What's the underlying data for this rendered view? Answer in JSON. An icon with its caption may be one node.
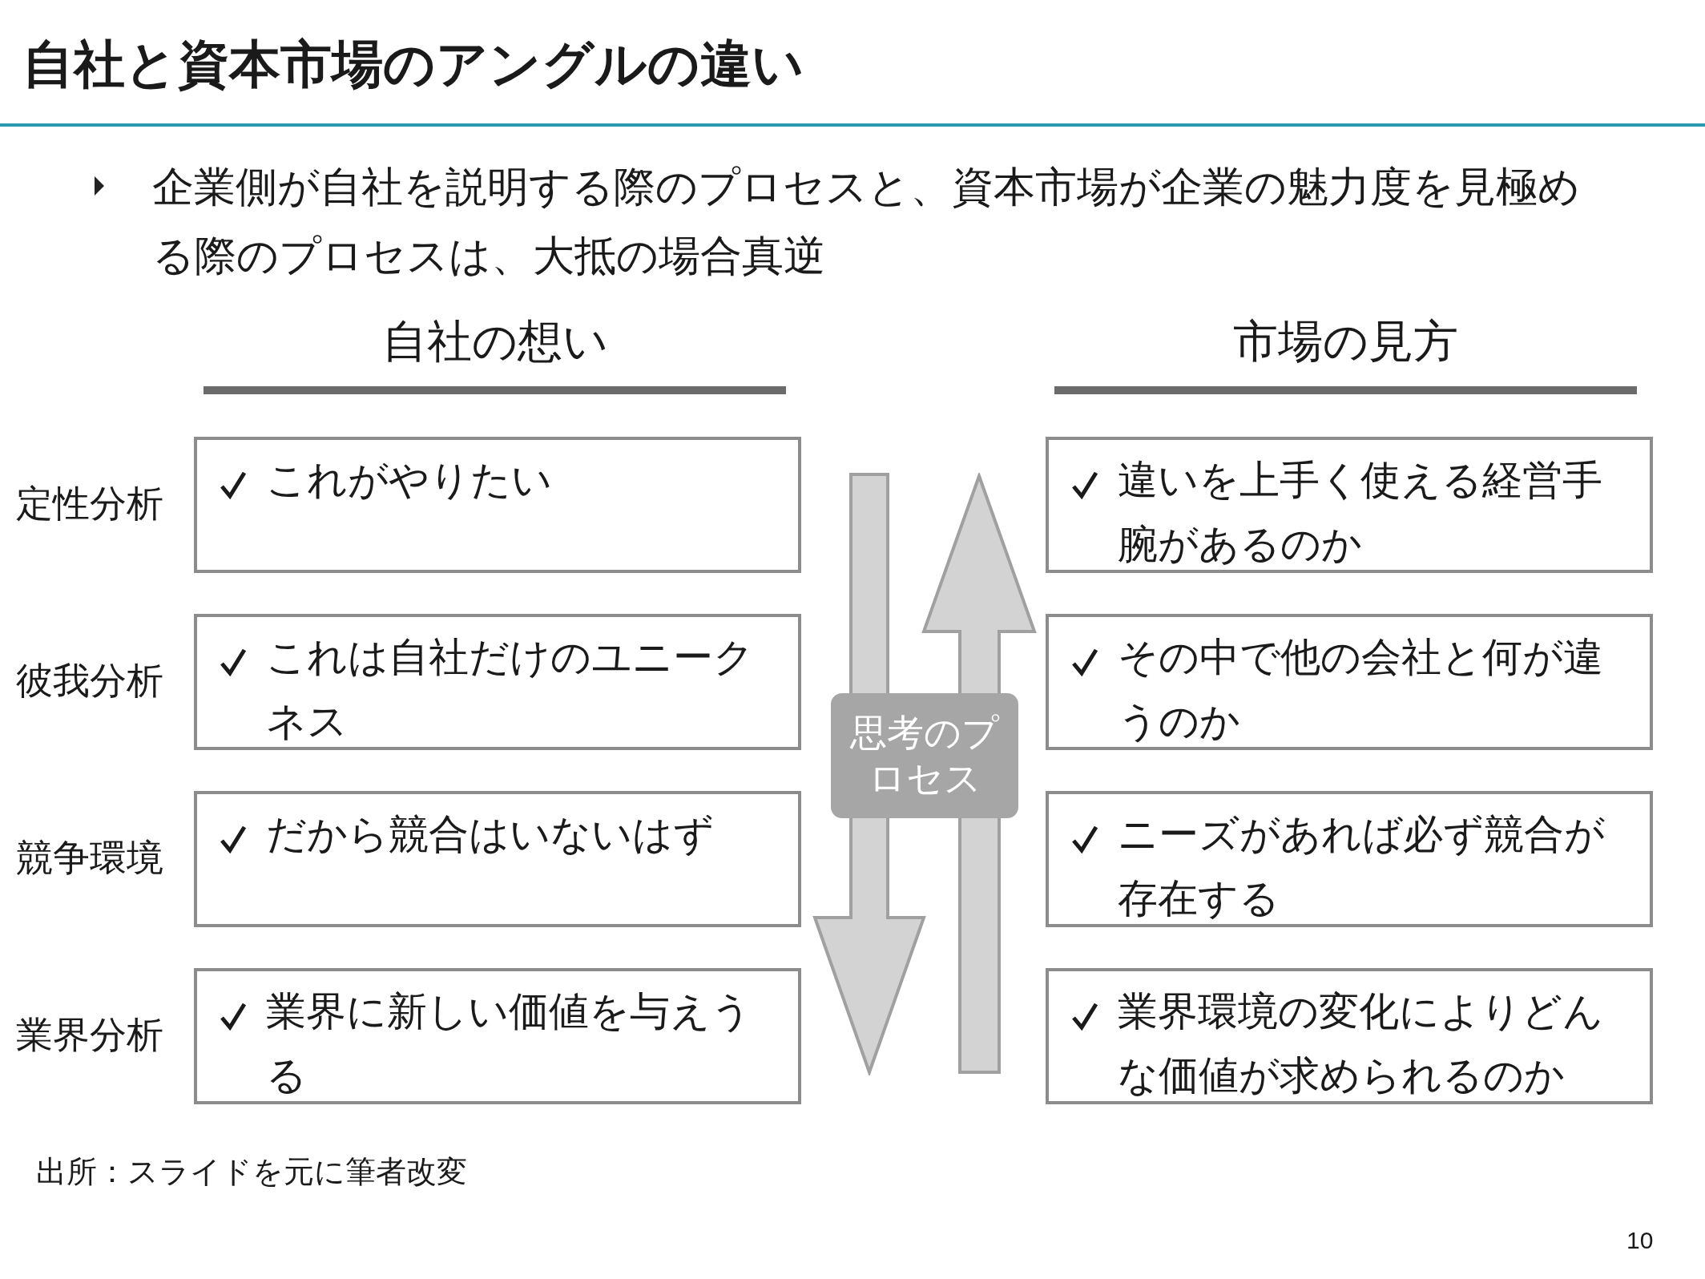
{
  "diagram": {
    "title": "自社と資本市場のアングルの違い",
    "nodes": [
      {
        "text": [
          "これがやりたい"
        ]
      },
      {
        "text": [
          "違いを上手く使える経営手腕があるのか"
        ]
      },
      {
        "text": [
          "これは自社だけのユニークネス"
        ]
      },
      {
        "text": [
          "その中で他の会社と何が違うのか"
        ]
      },
      {
        "text": [
          "だから競合はいないはず"
        ]
      },
      {
        "text": [
          "ニーズがあれば必ず競合が存在する"
        ]
      },
      {
        "text": [
          "業界に新しい価値を与えうる"
        ]
      },
      {
        "text": [
          "業界環境の変化によりどんな価値が求められるのか"
        ]
      },
      {
        "text": [
          "思考のプロセス"
        ]
      }
    ],
    "labels": [
      "企業側が自社を説明する際のプロセスと、資本市場が企業の魅力度を見極める際のプロセスは、大抵の場合真逆",
      "自社の想い",
      "市場の見方",
      "定性分析",
      "彼我分析",
      "競争環境",
      "業界分析",
      "出所：スライドを元に筆者改変",
      "10"
    ]
  }
}
